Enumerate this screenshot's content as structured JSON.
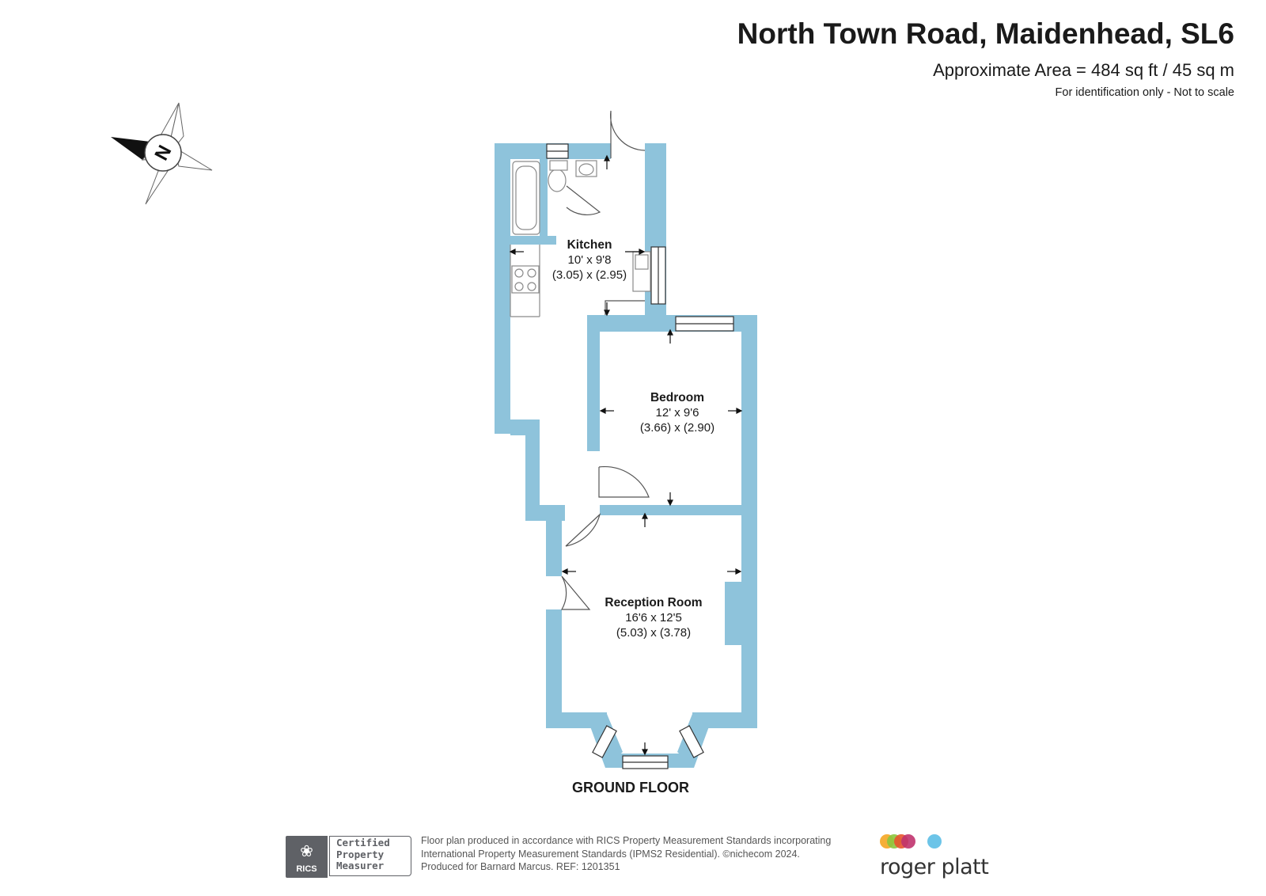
{
  "header": {
    "title": "North Town Road, Maidenhead, SL6",
    "area": "Approximate Area = 484 sq ft / 45 sq m",
    "note": "For identification only - Not to scale"
  },
  "compass": {
    "letter": "N",
    "icon": "compass-rose-icon"
  },
  "colors": {
    "wall": "#8ec3db",
    "fixture_line": "#8a8a8a",
    "text": "#1a1a1a"
  },
  "rooms": [
    {
      "id": "kitchen",
      "name": "Kitchen",
      "imperial": "10' x 9'8",
      "metric": "(3.05) x (2.95)"
    },
    {
      "id": "bedroom",
      "name": "Bedroom",
      "imperial": "12' x 9'6",
      "metric": "(3.66) x (2.90)"
    },
    {
      "id": "reception",
      "name": "Reception Room",
      "imperial": "16'6 x 12'5",
      "metric": "(5.03) x (3.78)"
    }
  ],
  "floor_label": "GROUND FLOOR",
  "footer": {
    "rics_mark": "RICS",
    "rics_cert": [
      "Certified",
      "Property",
      "Measurer"
    ],
    "disclaimer": [
      "Floor plan produced in accordance with RICS Property Measurement Standards incorporating",
      "International Property Measurement Standards (IPMS2 Residential).  ©nichecom 2024.",
      "Produced for Barnard Marcus.   REF:  1201351"
    ],
    "brand": "roger platt",
    "brand_dot_colors": [
      "#f4a623",
      "#8cc63f",
      "#e8542e",
      "#c0336e",
      "#6cc4e8"
    ]
  }
}
